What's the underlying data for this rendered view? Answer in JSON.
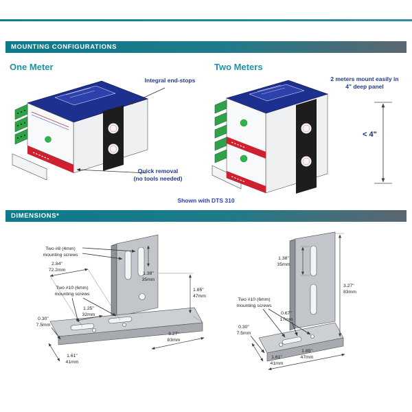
{
  "colors": {
    "header_teal": "#0d7a8b",
    "header_fade": "#5c6670",
    "heading_teal": "#1d93a4",
    "callout_blue": "#203a8c",
    "caption_blue": "#2a3fc0",
    "device_navy": "#1d2f8f",
    "terminal_green": "#2fa24a",
    "indicator_green": "#2db54d",
    "strip_red": "#cf2030",
    "bracket_black": "#1d1d20",
    "metal_gray": "#c2c5c9"
  },
  "mounting": {
    "title": "MOUNTING CONFIGURATIONS",
    "one_meter": {
      "heading": "One Meter",
      "endstops": "Integral end-stops",
      "removal_1": "Quick removal",
      "removal_2": "(no tools needed)"
    },
    "two_meters": {
      "heading": "Two Meters",
      "panel_1": "2 meters mount easily in",
      "panel_2": "4\" deep panel",
      "depth": "< 4\""
    },
    "caption": "Shown with DTS 310"
  },
  "dimensions": {
    "title": "DIMENSIONS*",
    "left": {
      "screws8_1": "Two #8 (4mm)",
      "screws8_2": "mounting screws",
      "screws10_1": "Two #10 (6mm)",
      "screws10_2": "mounting screws",
      "d284_in": "2.84\"",
      "d284_mm": "72.2mm",
      "d138_in": "1.38\"",
      "d138_mm": "35mm",
      "d125_in": "1.25\"",
      "d125_mm": "32mm",
      "d185_in": "1.85\"",
      "d185_mm": "47mm",
      "d030_in": "0.30\"",
      "d030_mm": "7.5mm",
      "d327_in": "3.27\"",
      "d327_mm": "83mm",
      "d161_in": "1.61\"",
      "d161_mm": "41mm"
    },
    "right": {
      "screws10_1": "Two #10 (6mm)",
      "screws10_2": "mounting screws",
      "d138_in": "1.38\"",
      "d138_mm": "35mm",
      "d327_in": "3.27\"",
      "d327_mm": "83mm",
      "d067_in": "0.67\"",
      "d067_mm": "17mm",
      "d030_in": "0.30\"",
      "d030_mm": "7.5mm",
      "d161_in": "1.61\"",
      "d161_mm": "41mm",
      "d185_in": "1.85\"",
      "d185_mm": "47mm"
    }
  }
}
